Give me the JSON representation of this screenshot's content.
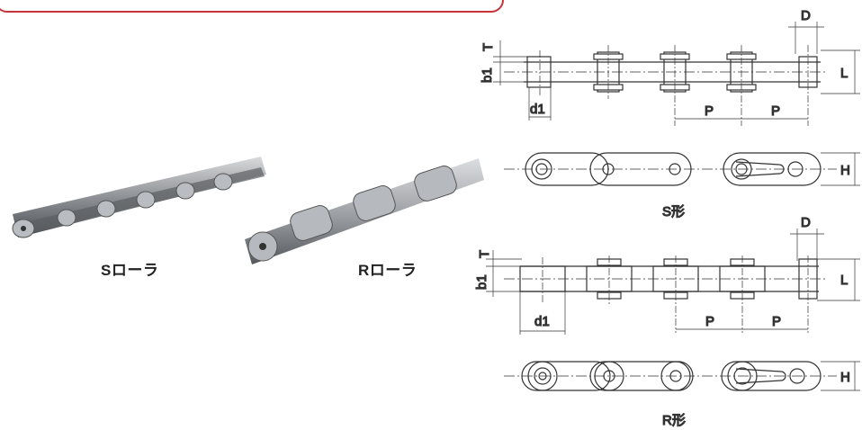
{
  "photos": {
    "s_roller_label": "Sローラ",
    "r_roller_label": "Rローラ"
  },
  "s_type": {
    "caption": "S形",
    "dims": {
      "T": "T",
      "b1": "b1",
      "d1": "d1",
      "D": "D",
      "L": "L",
      "P1": "P",
      "P2": "P",
      "H": "H"
    }
  },
  "r_type": {
    "caption": "R形",
    "dims": {
      "T": "T",
      "b1": "b1",
      "d1": "d1",
      "D": "D",
      "L": "L",
      "P1": "P",
      "P2": "P",
      "H": "H"
    }
  },
  "colors": {
    "frame": "#c8343c",
    "line": "#333333"
  }
}
